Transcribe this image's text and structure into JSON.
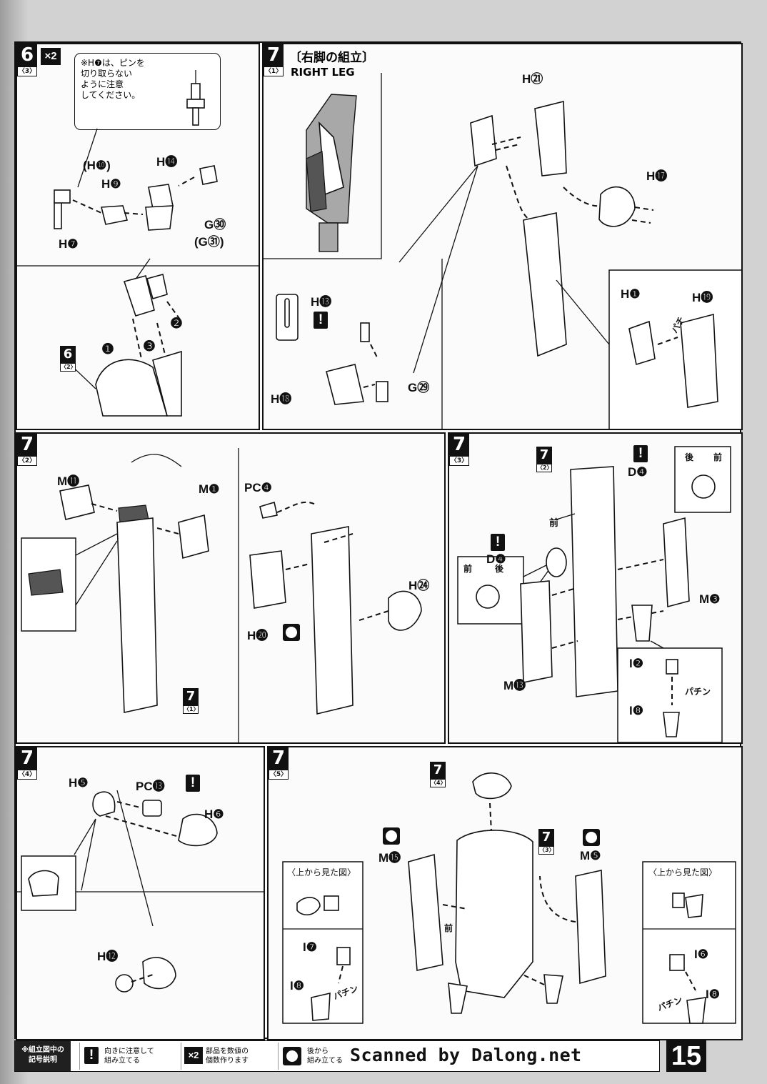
{
  "page": {
    "number": "15",
    "scanned_by": "Scanned by Dalong.net"
  },
  "steps": {
    "s6": {
      "step": "6",
      "sub": "〈3〉",
      "multiplier": "×2",
      "note": "※H❼は、ピンを\n切り取らない\nように注意\nしてください。",
      "parts": [
        "(H❿)",
        "H❾",
        "H⓮",
        "G㉚",
        "(G㉛)",
        "H❼"
      ],
      "ref": "6",
      "ref_sub": "〈2〉",
      "order": [
        "❶",
        "❷",
        "❸"
      ]
    },
    "s7_1": {
      "step": "7",
      "sub": "〈1〉",
      "title": "〔右脚の組立〕",
      "subtitle": "RIGHT LEG",
      "parts": [
        "H㉑",
        "H⓱",
        "H❶",
        "H⓳",
        "H⓭",
        "G㉙",
        "H⓲"
      ],
      "clip": "パチ"
    },
    "s7_2": {
      "step": "7",
      "sub": "〈2〉",
      "parts": [
        "M⓫",
        "M❶",
        "PC❹",
        "H㉔",
        "H⓴"
      ],
      "ref": "7",
      "ref_sub": "〈1〉"
    },
    "s7_3": {
      "step": "7",
      "sub": "〈3〉",
      "parts": [
        "D❹",
        "D❹",
        "M❸",
        "M⓭",
        "I❷",
        "I❽"
      ],
      "ref": "7",
      "ref_sub": "〈2〉",
      "front": "前",
      "back": "後",
      "clip": "パチン"
    },
    "s7_4": {
      "step": "7",
      "sub": "〈4〉",
      "parts": [
        "H❺",
        "PC⓭",
        "H❻",
        "H⓬"
      ]
    },
    "s7_5": {
      "step": "7",
      "sub": "〈5〉",
      "parts": [
        "M⓯",
        "M❺",
        "I❼",
        "I❽",
        "I❻",
        "I❽"
      ],
      "ref_a": "7",
      "ref_a_sub": "〈4〉",
      "ref_b": "7",
      "ref_b_sub": "〈3〉",
      "top_view": "〈上から見た図〉",
      "front": "前",
      "clip": "パチン"
    }
  },
  "legend": {
    "title": "※組立図中の\n記号説明",
    "items": [
      {
        "icon": "!",
        "text": "向きに注意して\n組み立てる"
      },
      {
        "icon": "×2",
        "text": "部品を数値の\n個数作ります"
      },
      {
        "icon": "●",
        "text": "後から\n組み立てる"
      }
    ]
  }
}
